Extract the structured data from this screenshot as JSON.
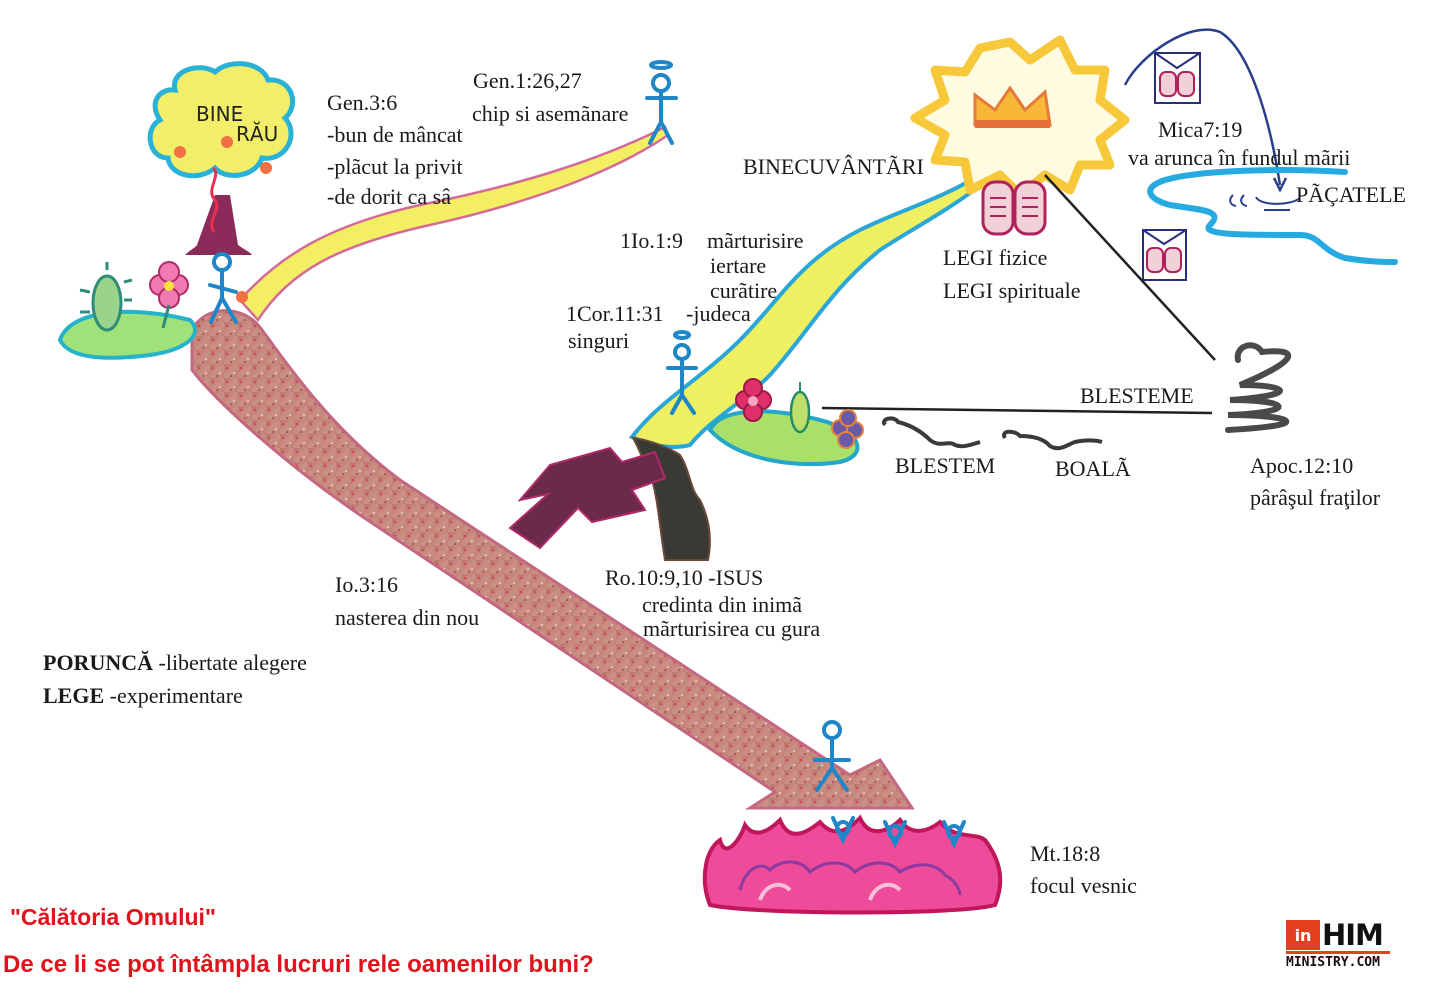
{
  "title": {
    "line1": "\"Călătoria Omului\"",
    "line2": "De ce li se pot întâmpla lucruri rele oamenilor buni?"
  },
  "tree": {
    "label_good": "BINE",
    "label_evil": "RĂU"
  },
  "genesis3": {
    "ref": "Gen.3:6",
    "items": [
      "-bun de mâncat",
      "-plãcut la privit",
      "-de dorit ca sâ"
    ]
  },
  "genesis1": {
    "ref": "Gen.1:26,27",
    "text": "chip si asemãnare"
  },
  "blessings": {
    "label": "BINECUVÂNTÃRI"
  },
  "laws": {
    "line1": "LEGI fizice",
    "line2": "LEGI spirituale"
  },
  "micah": {
    "ref": "Mica7:19",
    "text": "va arunca în fundul mãrii",
    "sins": "PÃÇATELE"
  },
  "john1": {
    "ref": "1Io.1:9",
    "items": [
      "mãrturisire",
      "iertare",
      "curãtire"
    ]
  },
  "cor": {
    "ref": "1Cor.11:31",
    "text": "-judeca",
    "text2": "singuri"
  },
  "curses": {
    "main": "BLESTEME",
    "curse": "BLESTEM",
    "sickness": "BOALÃ"
  },
  "revelation": {
    "ref": "Apoc.12:10",
    "text": "pârâşul fraţilor"
  },
  "john3": {
    "ref": "Io.3:16",
    "text": "nasterea din nou"
  },
  "romans": {
    "ref": "Ro.10:9,10 -ISUS",
    "line1": "credinta din inimã",
    "line2": "mãrturisirea cu gura"
  },
  "commandment": {
    "term1": "PORUNCĂ",
    "desc1": "-libertate alegere",
    "term2": "LEGE",
    "desc2": "-experimentare"
  },
  "matthew": {
    "ref": "Mt.18:8",
    "text": "focul vesnic"
  },
  "logo": {
    "prefix": "in",
    "name": "HIM",
    "domain": "MINISTRY.COM"
  },
  "colors": {
    "title_red": "#e0121b",
    "figure_blue": "#1f86c8",
    "path_brown": "#b56a5a",
    "path_yellow": "#f3ec5a",
    "water_blue": "#27a9e1",
    "fire_pink": "#e83a8a",
    "sun_yellow": "#f7d23a",
    "cross_purple": "#6b2a4a"
  }
}
